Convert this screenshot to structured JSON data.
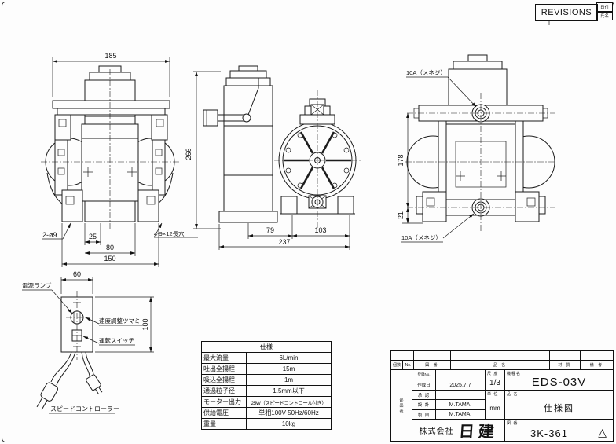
{
  "revisions": {
    "title": "REVISIONS",
    "date_label": "日付",
    "name_label": "氏名"
  },
  "front_view": {
    "width_dim": "185",
    "hole_note": "2-ø9",
    "offset_dim": "25",
    "base_dim": "80",
    "foot_span_dim": "150",
    "slot_note": "4-9×12長穴"
  },
  "side_view": {
    "height_dim": "266",
    "motor_to_center_dim": "79",
    "center_to_foot_dim": "103",
    "total_depth_dim": "237"
  },
  "rear_view": {
    "top_port_note": "10A（メネジ）",
    "bottom_port_note": "10A（メネジ）",
    "port_height_dim": "178",
    "base_height_dim": "21"
  },
  "controller": {
    "width_dim": "60",
    "height_dim": "100",
    "power_lamp_label": "電源ランプ",
    "speed_knob_label": "速度調整ツマミ",
    "run_switch_label": "運転スイッチ",
    "caption": "スピードコントローラー"
  },
  "spec_table": {
    "title": "仕様",
    "rows": [
      {
        "label": "最大流量",
        "value": "6L/min"
      },
      {
        "label": "吐出全揚程",
        "value": "15m"
      },
      {
        "label": "吸込全揚程",
        "value": "1m"
      },
      {
        "label": "通過粒子径",
        "value": "1.5mm以下"
      },
      {
        "label": "モーター出力",
        "value": "25W（スピードコントロール付き）"
      },
      {
        "label": "供給電圧",
        "value": "単相100V 50Hz/60Hz"
      },
      {
        "label": "重量",
        "value": "10kg"
      }
    ]
  },
  "title_block": {
    "parts_header": {
      "qty": "個数",
      "no": "No.",
      "drawing_no": "図 番",
      "part_name": "品 名",
      "material": "材 質",
      "remarks": "備 考"
    },
    "side_strip": "部品表",
    "registration_label": "登録No.",
    "created_label": "作成日",
    "created_value": "2025.7.7",
    "approved_label": "承 認",
    "designed_label": "設 計",
    "designed_value": "M.TAMAI",
    "drawn_label": "製 図",
    "drawn_value": "M.TAMAI",
    "scale_label": "尺 度",
    "scale_value": "1/3",
    "unit_label": "単 位",
    "unit_value": "mm",
    "model_label": "機種名",
    "model_value": "EDS-03V",
    "name_label": "品 名",
    "name_value": "仕様図",
    "company_prefix": "株式会社",
    "company_logo": "日建",
    "drawing_no_label": "図 番",
    "drawing_no_value": "3K-361",
    "revision_mark": "△"
  }
}
